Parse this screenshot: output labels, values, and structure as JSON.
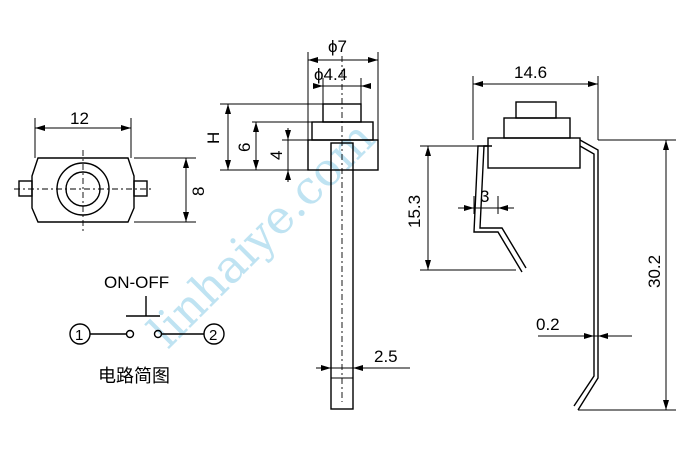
{
  "top_view": {
    "width": "12",
    "height": "8"
  },
  "side_view": {
    "outer_diameter": "ϕ7",
    "inner_diameter": "ϕ4.4",
    "height_label": "H",
    "body_height": "6",
    "base_height": "4",
    "pin_width": "2.5"
  },
  "right_view": {
    "width": "14.6",
    "lead_offset": "3",
    "lead_height": "15.3",
    "total_height": "30.2",
    "thickness": "0.2"
  },
  "circuit": {
    "switch_label": "ON-OFF",
    "terminal_1": "1",
    "terminal_2": "2",
    "caption": "电路简图"
  },
  "watermark": "linhaiye.com"
}
